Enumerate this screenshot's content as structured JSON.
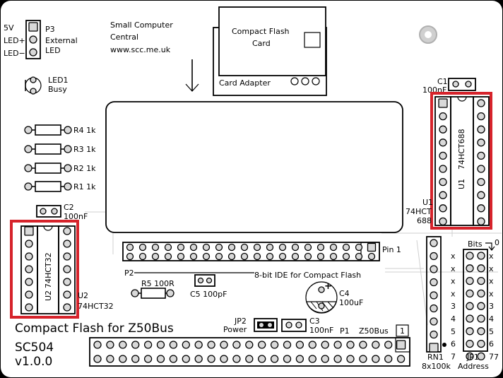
{
  "board": {
    "title": "Compact Flash for Z50Bus",
    "model": "SC504",
    "version": "v1.0.0"
  },
  "credits": {
    "line1": "Small Computer",
    "line2": "Central",
    "line3": "www.scc.me.uk"
  },
  "p3": {
    "ref": "P3",
    "pin1": "5V",
    "pin2": "LED+",
    "pin3": "LED−",
    "desc1": "External",
    "desc2": "LED"
  },
  "led1": {
    "ref": "LED1",
    "desc": "Busy"
  },
  "resistors": [
    {
      "ref": "R4",
      "value": "1k"
    },
    {
      "ref": "R3",
      "value": "1k"
    },
    {
      "ref": "R2",
      "value": "1k"
    },
    {
      "ref": "R1",
      "value": "1k"
    }
  ],
  "c2": {
    "ref": "C2",
    "value": "100nF"
  },
  "u2": {
    "ref": "U2",
    "part": "74HCT32",
    "side_ref": "U2",
    "side_part": "74HCT32"
  },
  "cf": {
    "label1": "Compact Flash",
    "label2": "Card",
    "adapter": "Card Adapter"
  },
  "c1": {
    "ref": "C1",
    "value": "100nF"
  },
  "u1": {
    "ref": "U1",
    "part": "74HCT688",
    "side_ref": "U1",
    "side_part1": "74HCT",
    "side_part2": "688"
  },
  "p2": {
    "ref": "P2",
    "pin1": "Pin 1",
    "desc": "8-bit IDE for Compact Flash"
  },
  "r5": {
    "label": "R5 100R"
  },
  "c5": {
    "label": "C5 100pF"
  },
  "c4": {
    "ref": "C4",
    "value": "100uF",
    "plus": "+"
  },
  "jp2": {
    "ref": "JP2",
    "desc": "Power"
  },
  "c3": {
    "ref": "C3",
    "value": "100nF"
  },
  "p1": {
    "ref": "P1",
    "desc": "Z50Bus",
    "pin1": "1"
  },
  "rn1": {
    "ref": "RN1",
    "value": "8x100k"
  },
  "jp1": {
    "ref": "JP1",
    "desc": "Address",
    "bits": "Bits",
    "zero": "0",
    "seven": "7",
    "left_labels": [
      "x",
      "x",
      "x",
      "x",
      "3",
      "4",
      "5",
      "6",
      "7"
    ],
    "right_labels": [
      "x",
      "x",
      "x",
      "x",
      "3",
      "4",
      "5",
      "6",
      "7"
    ]
  }
}
